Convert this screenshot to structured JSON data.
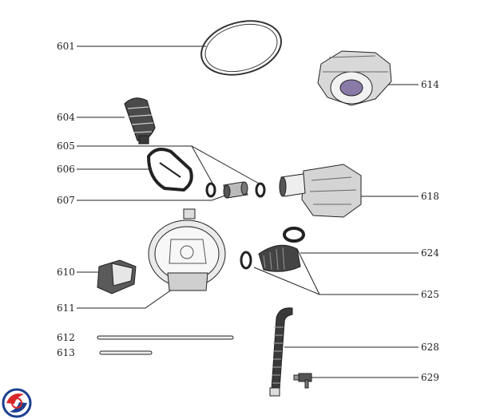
{
  "diagram": {
    "labels": {
      "p601": "601",
      "p604": "604",
      "p605": "605",
      "p606": "606",
      "p607": "607",
      "p610": "610",
      "p611": "611",
      "p612": "612",
      "p613": "613",
      "p614": "614",
      "p618": "618",
      "p624": "624",
      "p625": "625",
      "p628": "628",
      "p629": "629"
    },
    "colors": {
      "line": "#222222",
      "part_stroke": "#333333",
      "part_fill_light": "#dcdcdc",
      "part_fill_dark": "#3a3a3a",
      "logo_red": "#d9262a",
      "logo_blue": "#1b3f8f"
    },
    "logo_icon": "brand-swirl-logo"
  }
}
